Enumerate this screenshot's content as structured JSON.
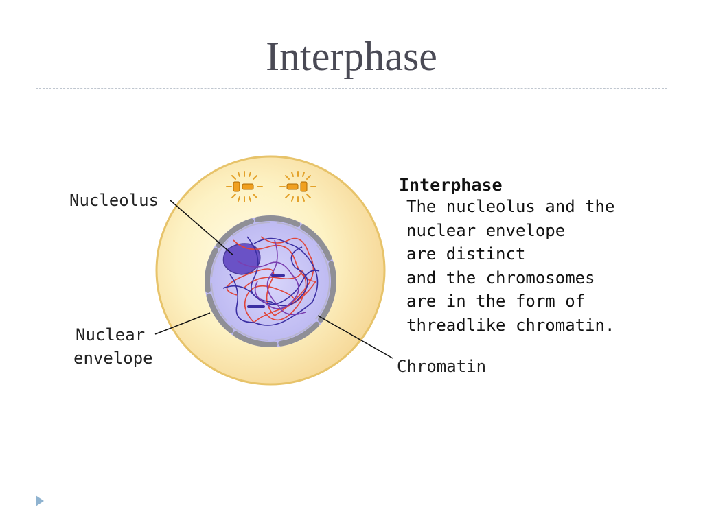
{
  "slide": {
    "title": "Interphase"
  },
  "diagram": {
    "labels": {
      "nucleolus": "Nucleolus",
      "nuclear_line1": "Nuclear",
      "nuclear_line2": "envelope",
      "chromatin": "Chromatin"
    },
    "description": {
      "heading": "Interphase",
      "lines": [
        "The nucleolus and the",
        "nuclear envelope",
        "are distinct",
        "and the chromosomes",
        "are in the form of",
        "threadlike chromatin."
      ]
    },
    "colors": {
      "cytoplasm": "#fdf2c4",
      "cell_edge": "#e7c36a",
      "nucleus": "#c9c6f6",
      "envelope": "#8f8f96",
      "nucleolus": "#6a52c6",
      "chromatin_red": "#e0453a",
      "chromatin_blue": "#3b2fa3",
      "centriole": "#f0a020"
    }
  },
  "navigation": {
    "next_icon": "triangle-right-icon"
  }
}
